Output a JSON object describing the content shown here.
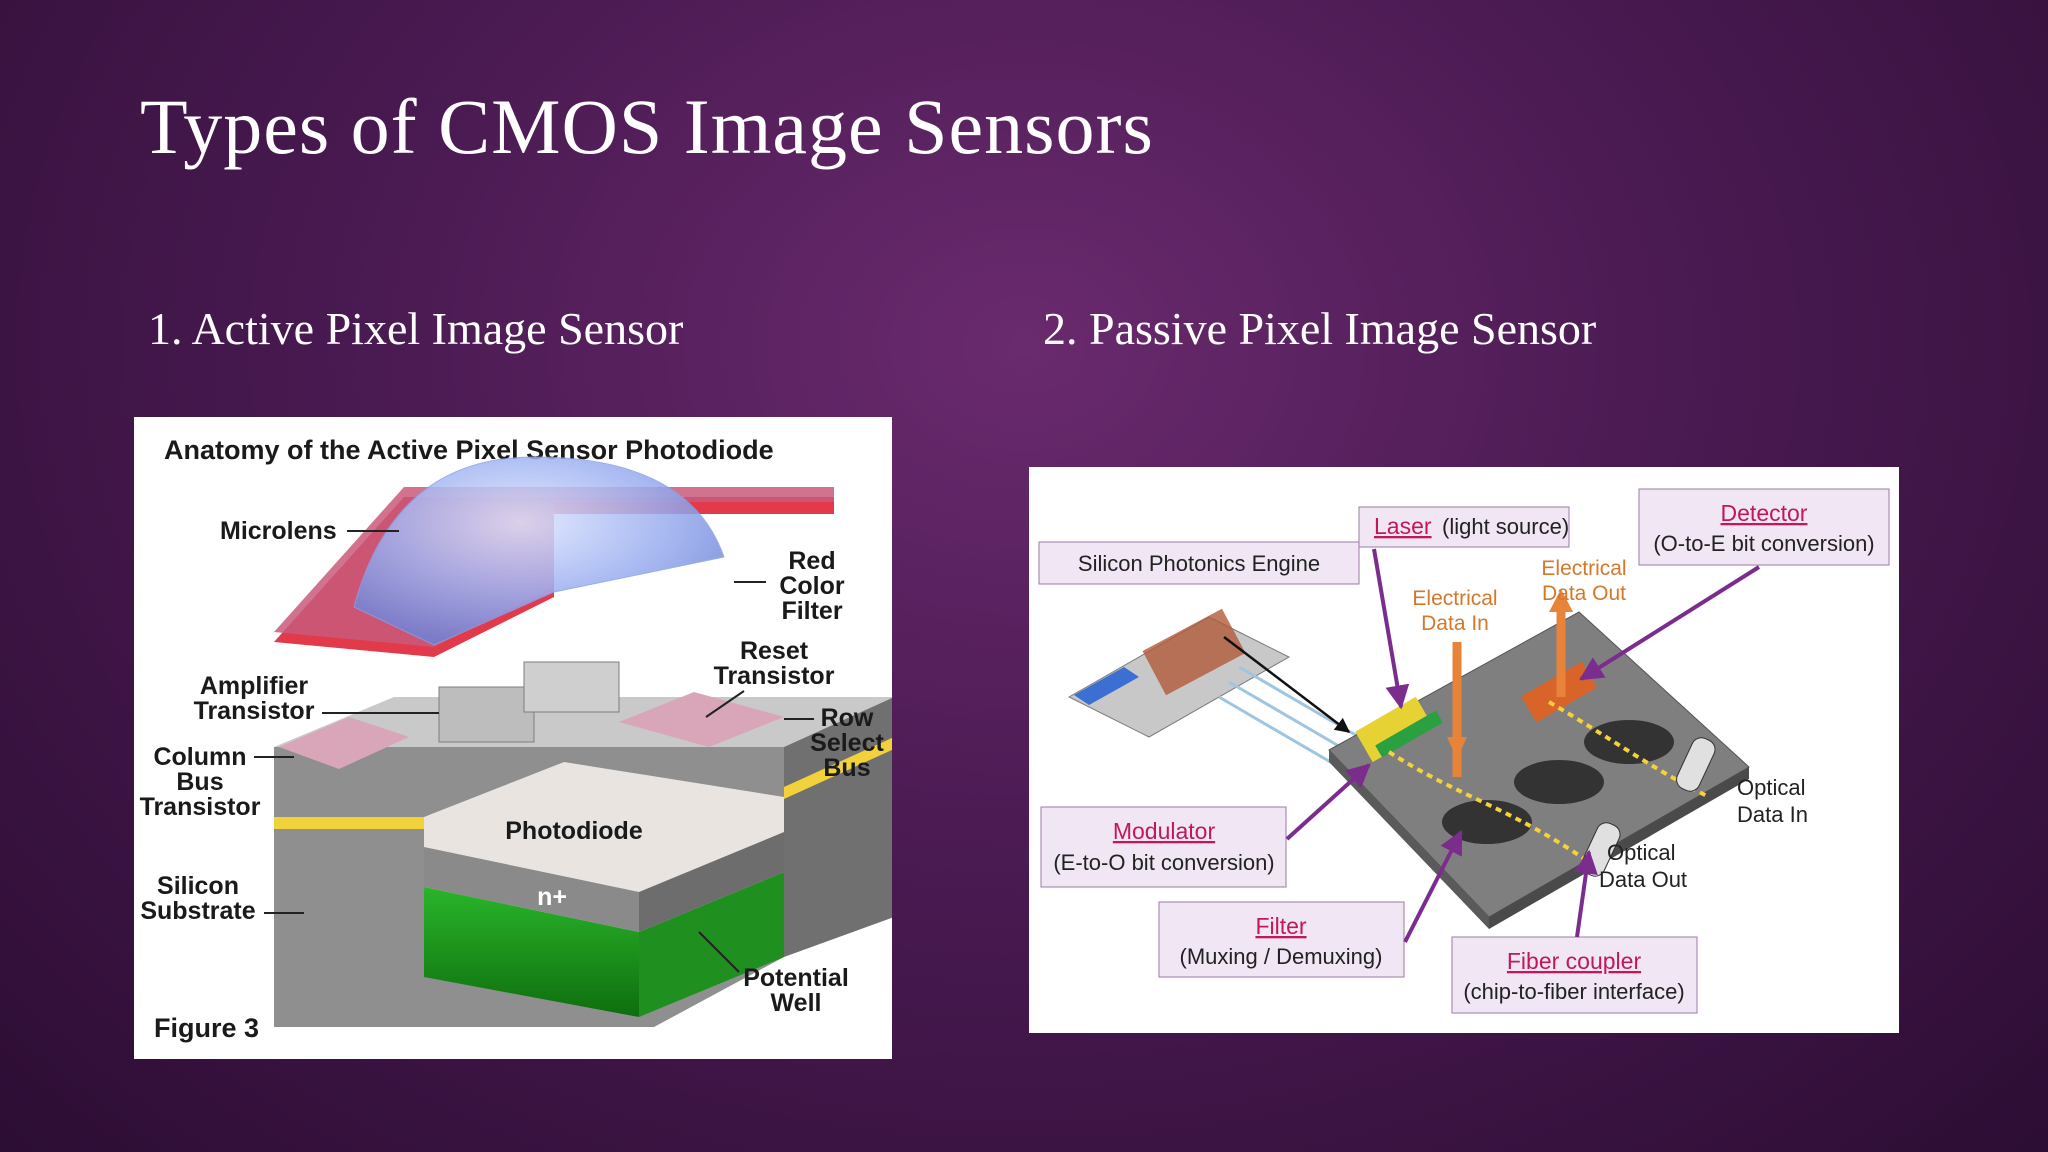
{
  "slide": {
    "title": "Types of CMOS Image Sensors",
    "subheading_left": "1. Active Pixel Image Sensor",
    "subheading_right": "2. Passive Pixel Image Sensor"
  },
  "left_figure": {
    "title": "Anatomy of the Active Pixel Sensor Photodiode",
    "microlens": "Microlens",
    "red_color_filter": [
      "Red",
      "Color",
      "Filter"
    ],
    "reset_transistor": [
      "Reset",
      "Transistor"
    ],
    "amplifier_transistor": [
      "Amplifier",
      "Transistor"
    ],
    "row_select_bus": [
      "Row",
      "Select",
      "Bus"
    ],
    "column_bus_transistor": [
      "Column",
      "Bus",
      "Transistor"
    ],
    "photodiode": "Photodiode",
    "n_plus": "n+",
    "silicon_substrate": [
      "Silicon",
      "Substrate"
    ],
    "potential_well": [
      "Potential",
      "Well"
    ],
    "figure_label": "Figure 3"
  },
  "right_figure": {
    "silicon_photonics_engine": "Silicon Photonics Engine",
    "laser": "Laser",
    "laser_desc": "(light source)",
    "detector": "Detector",
    "detector_desc": "(O-to-E bit conversion)",
    "electrical_data_in": [
      "Electrical",
      "Data In"
    ],
    "electrical_data_out": [
      "Electrical",
      "Data Out"
    ],
    "optical_data_in": [
      "Optical",
      "Data In"
    ],
    "optical_data_out": [
      "Optical",
      "Data Out"
    ],
    "modulator": "Modulator",
    "modulator_desc": "(E-to-O bit conversion)",
    "filter": "Filter",
    "filter_desc": "(Muxing / Demuxing)",
    "fiber_coupler": "Fiber coupler",
    "fiber_coupler_desc": "(chip-to-fiber interface)"
  },
  "colors": {
    "accent_pink": "#c2185b",
    "label_orange": "#d4782a",
    "arrow_purple": "#7b2d8e",
    "callout_fill": "#f1e6f3"
  }
}
